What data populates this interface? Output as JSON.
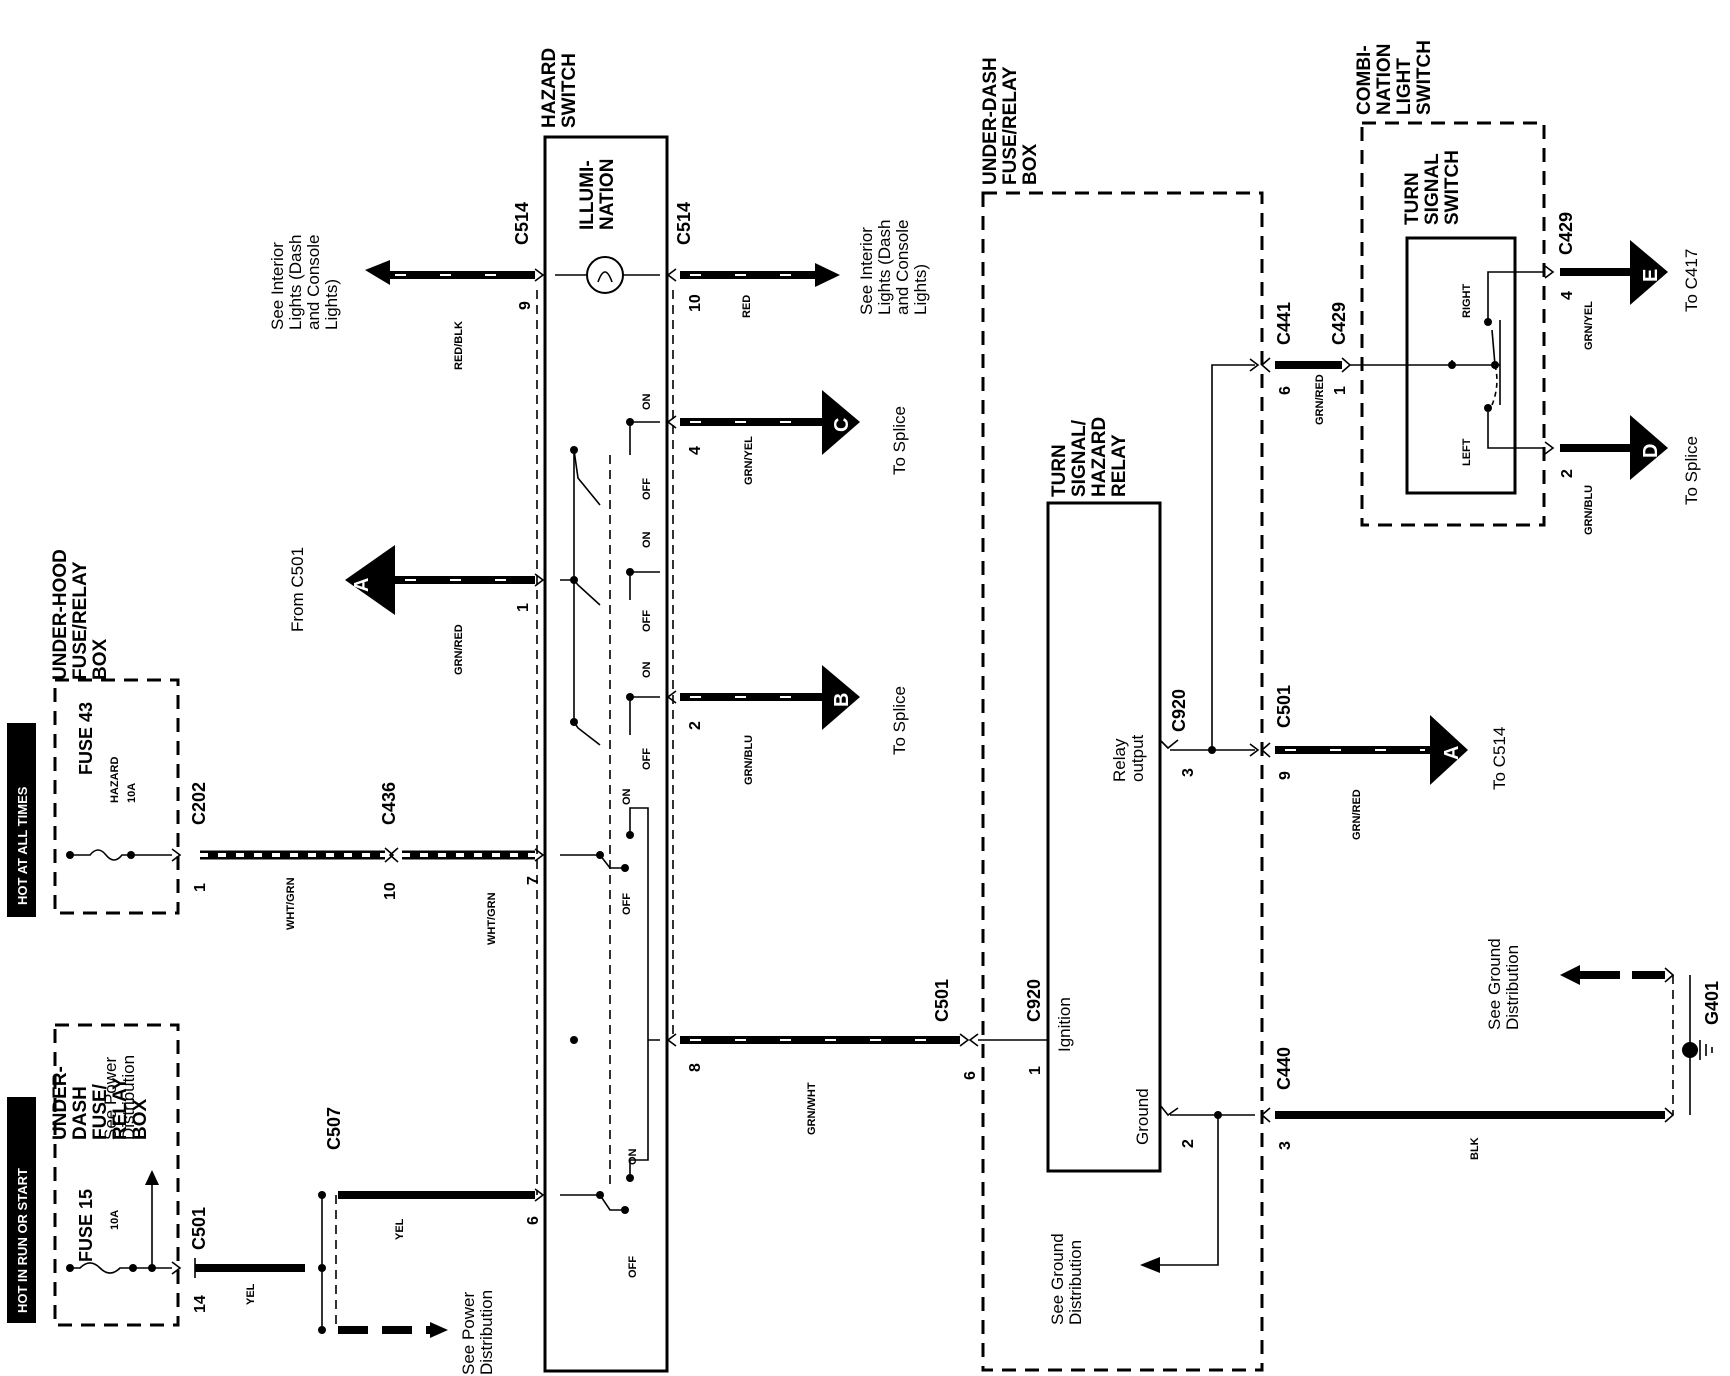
{
  "banners": {
    "hot_at_all_times": "HOT AT ALL TIMES",
    "hot_in_run_or_start": "HOT IN RUN OR START"
  },
  "components": {
    "under_dash_box_left": "UNDER-DASH FUSE/ RELAY BOX",
    "under_hood_box": "UNDER-HOOD FUSE/RELAY BOX",
    "hazard_switch": "HAZARD SWITCH",
    "illumination": "ILLUMI- NATION",
    "under_dash_box_right": "UNDER-DASH FUSE/RELAY BOX",
    "turn_signal_relay": "TURN SIGNAL/ HAZARD RELAY",
    "combination_switch": "COMBI- NATION LIGHT SWITCH",
    "turn_signal_switch": "TURN SIGNAL SWITCH"
  },
  "fuses": {
    "fuse15_name": "FUSE 15",
    "fuse15_rating": "10A",
    "fuse43_name": "FUSE 43",
    "fuse43_label": "HAZARD",
    "fuse43_rating": "10A"
  },
  "connectors": {
    "c501": "C501",
    "c507": "C507",
    "c202": "C202",
    "c436": "C436",
    "c514": "C514",
    "c920": "C920",
    "c441": "C441",
    "c429": "C429",
    "c440": "C440",
    "g401": "G401"
  },
  "pins": {
    "p14": "14",
    "p1": "1",
    "p10": "10",
    "p7": "7",
    "p6": "6",
    "p9": "9",
    "p4": "4",
    "p2": "2",
    "p8": "8",
    "p3": "3"
  },
  "wires": {
    "yel": "YEL",
    "wht_grn": "WHT/GRN",
    "red_blk": "RED/BLK",
    "grn_red": "GRN/RED",
    "red": "RED",
    "grn_yel": "GRN/YEL",
    "grn_blu": "GRN/BLU",
    "grn_wht": "GRN/WHT",
    "blk": "BLK"
  },
  "switch_positions": {
    "on": "ON",
    "off": "OFF"
  },
  "relay_terminals": {
    "ignition": "Ignition",
    "relay_output": "Relay output",
    "ground": "Ground"
  },
  "turn_switch_positions": {
    "right": "RIGHT",
    "left": "LEFT"
  },
  "notes": {
    "see_power_distribution": "See Power Distribution",
    "see_interior_lights": "See Interior Lights (Dash and Console Lights)",
    "from_c501": "From C501",
    "to_splice": "To Splice",
    "to_c514": "To C514",
    "to_c417": "To C417",
    "see_ground_distribution": "See Ground Distribution"
  },
  "flags": {
    "a": "A",
    "b": "B",
    "c": "C",
    "d": "D",
    "e": "E"
  }
}
